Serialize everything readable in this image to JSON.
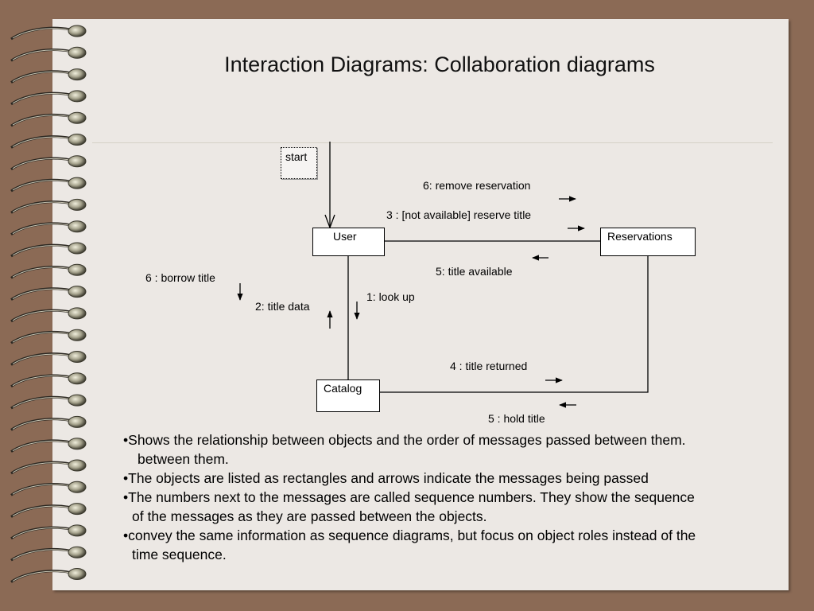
{
  "title": "Interaction Diagrams: Collaboration diagrams",
  "diagram": {
    "start_label": "start",
    "objects": {
      "user": "User",
      "reservations": "Reservations",
      "catalog": "Catalog"
    },
    "messages": {
      "m6_remove": "6: remove reservation",
      "m3_reserve": "3 : [not available] reserve title",
      "m5_available": "5: title available",
      "m6_borrow": "6 : borrow title",
      "m2_title_data": "2: title data",
      "m1_look_up": "1: look up",
      "m4_returned": "4 : title returned",
      "m5_hold": "5 : hold title"
    }
  },
  "bullets": [
    {
      "mark": "•",
      "line1": "Shows the relationship between objects and the order of messages passed between  them.",
      "line2": "between them."
    },
    {
      "mark": "•",
      "line1": "The objects are listed as rectangles and arrows indicate the messages being passed",
      "line2": ""
    },
    {
      "mark": "•",
      "line1": "The numbers next to the messages are called sequence numbers. They show the sequence",
      "line2": "of the messages as they are passed between the objects."
    },
    {
      "mark": "•",
      "line1": "convey the same information as sequence diagrams, but focus on object roles instead of the",
      "line2": "time sequence."
    }
  ]
}
